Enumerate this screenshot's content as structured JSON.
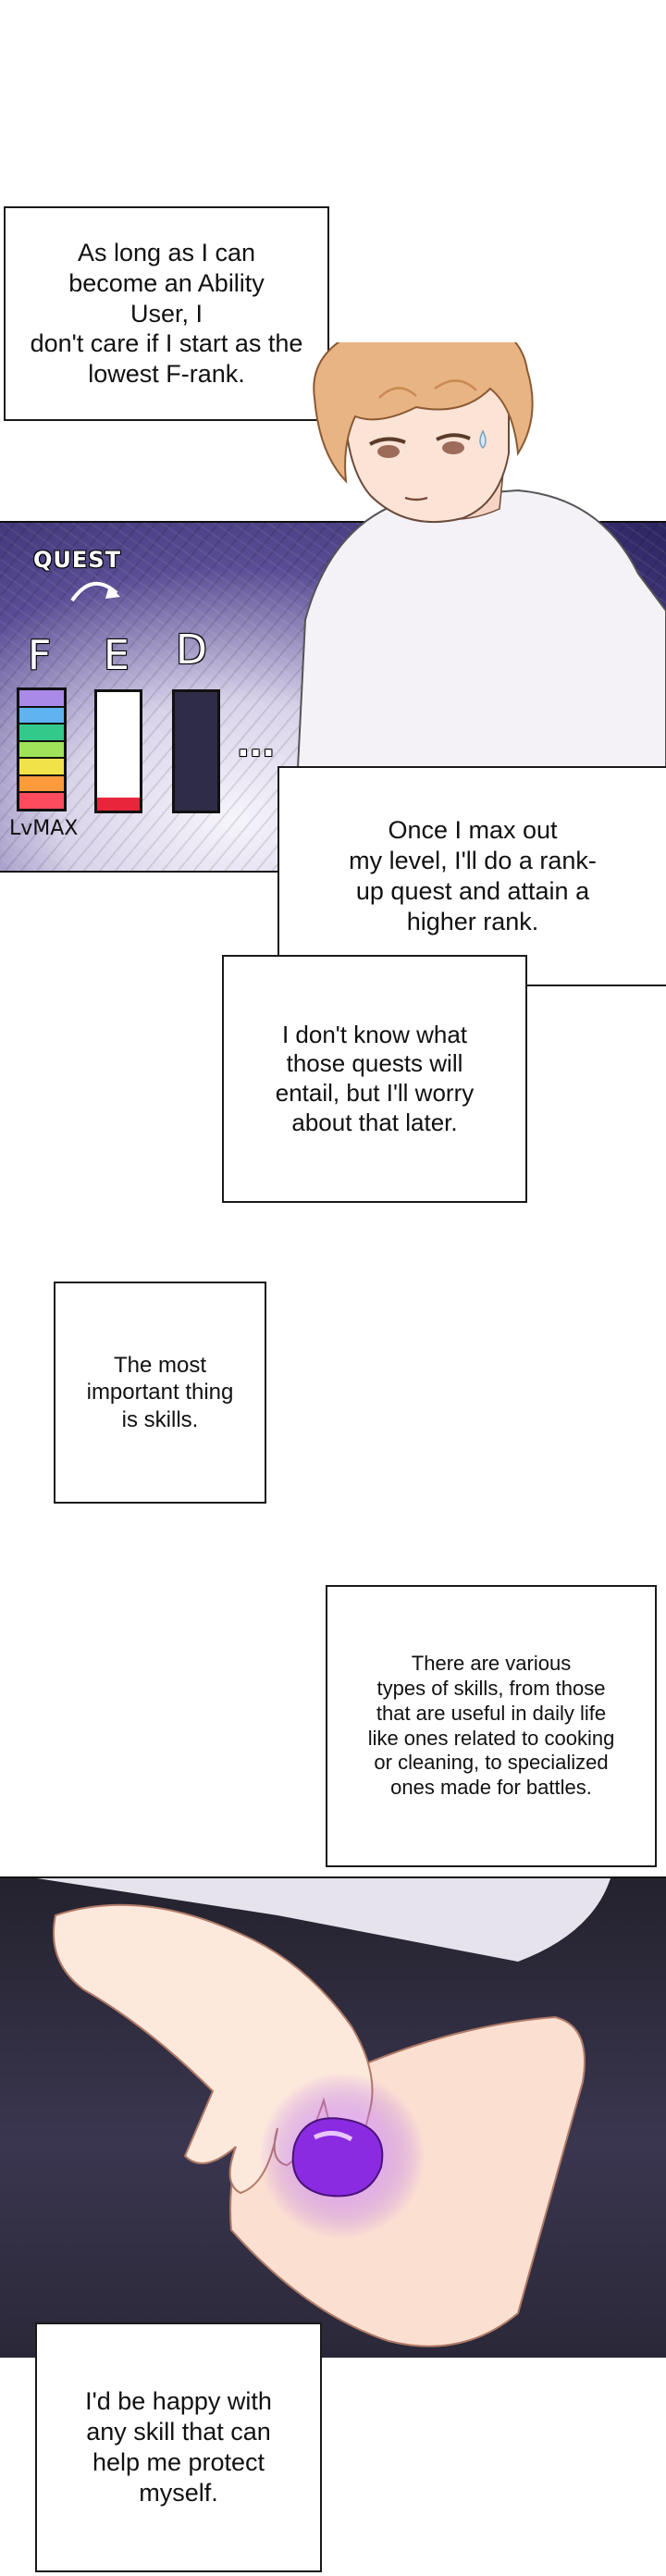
{
  "captions": {
    "ability_user": "As long as I can\nbecome an Ability\nUser, I\ndon't care if I start as the\nlowest F-rank.",
    "max_level": "Once I max out\nmy level, I'll do a rank-\nup quest and attain a\nhigher rank.",
    "quests_later": "I don't know what\nthose quests will\nentail, but I'll worry\nabout that later.",
    "skills_important": "The most\nimportant thing\nis skills.",
    "skill_types": "There are various\ntypes of skills, from those\nthat are useful in daily life\nlike ones related to cooking\nor cleaning, to specialized\nones made for battles.",
    "protect_myself": "I'd be happy with\nany skill that can\nhelp me protect\nmyself."
  },
  "rank_graphic": {
    "quest_label": "QUEST",
    "rank_f": "F",
    "rank_e": "E",
    "rank_d": "D",
    "level_label": "LvMAX",
    "ellipsis": "...",
    "colors": {
      "bg_dark": "#2b2461",
      "bg_mid": "#5a4d95",
      "meter_f": [
        "#a98ae8",
        "#5fb3f0",
        "#33c98a",
        "#9ee35a",
        "#f2e24a",
        "#ff9a3c",
        "#ff4b5c",
        "#e8253a"
      ],
      "meter_e_fill": "#e8253a",
      "meter_d_fill": "#2f2c47"
    }
  },
  "palette": {
    "hair": "#e9b483",
    "skin": "#fbe4d6",
    "shirt": "#f4f2f7",
    "gem": "#8a2be2"
  }
}
